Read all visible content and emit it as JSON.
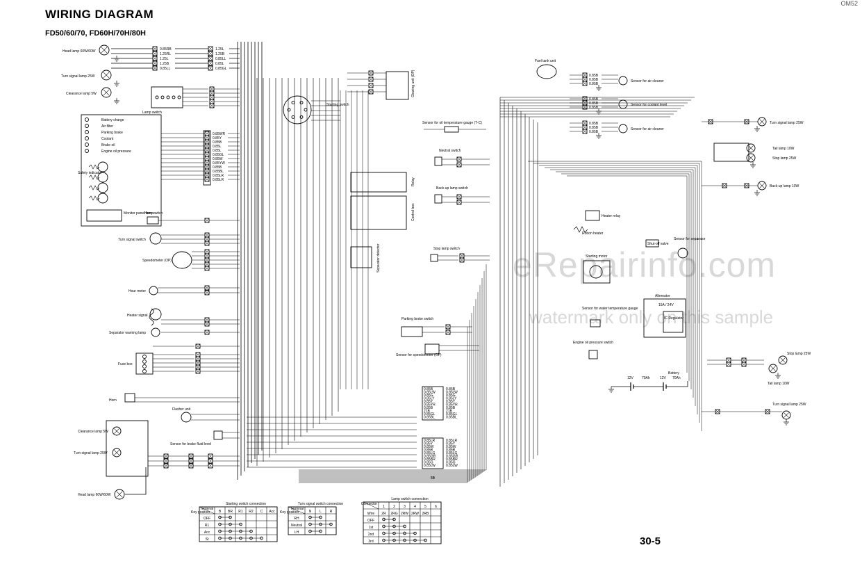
{
  "title": "WIRING DIAGRAM",
  "subtitle": "FD50/60/70, FD60H/70H/80H",
  "corner_text": "OM52",
  "page_number": "30-5",
  "watermark": "eRepairinfo.com",
  "watermark_sub": "watermark only on this sample",
  "components": [
    {
      "id": "head-lamp-top",
      "label": "Head lamp 60W/60W"
    },
    {
      "id": "turn-signal-lamp-left-top",
      "label": "Turn signal lamp 25W"
    },
    {
      "id": "clearance-lamp-top",
      "label": "Clearance lamp 5W"
    },
    {
      "id": "lamp-switch",
      "label": "Lamp switch"
    },
    {
      "id": "battery-charge",
      "label": "Battery charge"
    },
    {
      "id": "air-filter",
      "label": "Air filter"
    },
    {
      "id": "parking-brake",
      "label": "Parking brake"
    },
    {
      "id": "coolant",
      "label": "Coolant"
    },
    {
      "id": "brake-oil",
      "label": "Brake oil"
    },
    {
      "id": "engine-oil-pressure",
      "label": "Engine oil pressure"
    },
    {
      "id": "safety-indicator",
      "label": "Safety indicator"
    },
    {
      "id": "monitor-panel-lamp",
      "label": "Monitor panel lamp"
    },
    {
      "id": "horn-switch",
      "label": "Horn switch"
    },
    {
      "id": "turn-signal-switch",
      "label": "Turn signal switch"
    },
    {
      "id": "speedometer",
      "label": "Speedometer (OP)"
    },
    {
      "id": "hour-meter",
      "label": "Hour meter"
    },
    {
      "id": "heater-signal",
      "label": "Heater signal"
    },
    {
      "id": "separator-warning-lamp",
      "label": "Separator warning lamp"
    },
    {
      "id": "fuse-box",
      "label": "Fuse box"
    },
    {
      "id": "horn",
      "label": "Horn"
    },
    {
      "id": "flasher-unit",
      "label": "Flasher unit"
    },
    {
      "id": "clearance-lamp-bottom",
      "label": "Clearance lamp 5W"
    },
    {
      "id": "turn-signal-lamp-left-bottom",
      "label": "Turn signal lamp 25W"
    },
    {
      "id": "brake-fluid-sensor",
      "label": "Sensor for brake fluid level"
    },
    {
      "id": "head-lamp-bottom",
      "label": "Head lamp 60W/60W"
    },
    {
      "id": "starting-switch",
      "label": "Starting switch"
    },
    {
      "id": "glow-unit",
      "label": "Glowing unit (OP)"
    },
    {
      "id": "oil-temp-sensor",
      "label": "Sensor for oil temperature gauge (T-C)"
    },
    {
      "id": "neutral-switch",
      "label": "Neutral switch"
    },
    {
      "id": "relay",
      "label": "Relay"
    },
    {
      "id": "back-up-lamp-switch",
      "label": "Back-up lamp switch"
    },
    {
      "id": "control-box",
      "label": "Control box"
    },
    {
      "id": "separator-detector",
      "label": "Separator detector"
    },
    {
      "id": "stop-lamp-switch",
      "label": "Stop lamp switch"
    },
    {
      "id": "parking-brake-switch",
      "label": "Parking brake switch"
    },
    {
      "id": "speedometer-sensor",
      "label": "Sensor for speedometer (OP)"
    },
    {
      "id": "fuel-tank-unit",
      "label": "Fuel tank unit"
    },
    {
      "id": "air-cleaner-sensor-1",
      "label": "Sensor for air cleaner"
    },
    {
      "id": "coolant-level-sensor",
      "label": "Sensor for coolant level"
    },
    {
      "id": "air-cleaner-sensor-2",
      "label": "Sensor for air cleaner"
    },
    {
      "id": "turn-signal-lamp-right-top",
      "label": "Turn signal lamp 25W"
    },
    {
      "id": "tail-lamp-top",
      "label": "Tail lamp 10W"
    },
    {
      "id": "stop-lamp-top",
      "label": "Stop lamp 25W"
    },
    {
      "id": "back-up-lamp",
      "label": "Back-up lamp 10W"
    },
    {
      "id": "heater-relay",
      "label": "Heater relay"
    },
    {
      "id": "robon-heater",
      "label": "Robon heater"
    },
    {
      "id": "shut-off-valve",
      "label": "Shut-off valve"
    },
    {
      "id": "separator-sensor",
      "label": "Sensor for separator"
    },
    {
      "id": "starting-motor",
      "label": "Starting motor"
    },
    {
      "id": "alternator",
      "label": "Alternator"
    },
    {
      "id": "alternator-rating",
      "label": "15A / 24V"
    },
    {
      "id": "ic-regulator",
      "label": "IC Regulator"
    },
    {
      "id": "water-temp-sensor",
      "label": "Sensor for water temperature gauge"
    },
    {
      "id": "engine-oil-pressure-switch",
      "label": "Engine oil pressure switch"
    },
    {
      "id": "battery",
      "label": "Battery"
    },
    {
      "id": "stop-lamp-bottom",
      "label": "Stop lamp 25W"
    },
    {
      "id": "tail-lamp-bottom",
      "label": "Tail lamp 10W"
    },
    {
      "id": "turn-signal-lamp-right-bottom",
      "label": "Turn signal lamp 25W"
    }
  ],
  "battery_voltages": [
    "12V",
    "70Ah",
    "12V",
    "70Ah"
  ],
  "wire_codes_left_top": [
    "0.85RB",
    "1.25RL",
    "1.25L",
    "1.25B",
    "0.85LL",
    "0.85L",
    "0.85GL"
  ],
  "wire_codes_gauge_block": [
    "0.85WR",
    "0.85Y",
    "0.85B",
    "0.85L",
    "0.85L",
    "0.85GL",
    "0.85W",
    "0.85YW",
    "0.85B",
    "0.85BL",
    "0.85LR",
    "0.85LR"
  ],
  "wire_codes_center_bottom_top": [
    "0.85B",
    "0.85LW",
    "0.85G",
    "0.85LY",
    "0.85Y",
    "0.85YR",
    "0.85B",
    "21B",
    "0.85GL",
    "0.85BL"
  ],
  "wire_codes_center_bottom_bottom": [
    "0.85LR",
    "0.85Y",
    "0.85W",
    "0.85B",
    "0.85LG",
    "0.85GR",
    "0.85BR",
    "0.85G",
    "0.85LW"
  ],
  "starting_switch_table": {
    "title": "Starting switch connection",
    "corner_top": "Terminal",
    "corner_bottom": "Key position",
    "columns": [
      "B",
      "BR",
      "R1",
      "R2",
      "C",
      "Acc"
    ],
    "rows": [
      "OFF",
      "R1",
      "Acc",
      "St"
    ]
  },
  "turn_signal_table": {
    "title": "Turn signal switch connection",
    "corner_top": "Terminal",
    "corner_bottom": "Key position",
    "columns": [
      "N",
      "L",
      "R"
    ],
    "rows": [
      "RH",
      "Neutral",
      "LH"
    ]
  },
  "lamp_switch_table": {
    "title": "Lamp switch connection",
    "corner_top": "Connector",
    "columns": [
      "1",
      "2",
      "3",
      "4",
      "5",
      "6"
    ],
    "wire_label": "Wire",
    "wires": [
      "2R",
      "2RG",
      "2RW",
      "2RW",
      "2RB",
      ""
    ],
    "rows": [
      "OFF",
      "1st",
      "2nd",
      "3rd"
    ]
  }
}
